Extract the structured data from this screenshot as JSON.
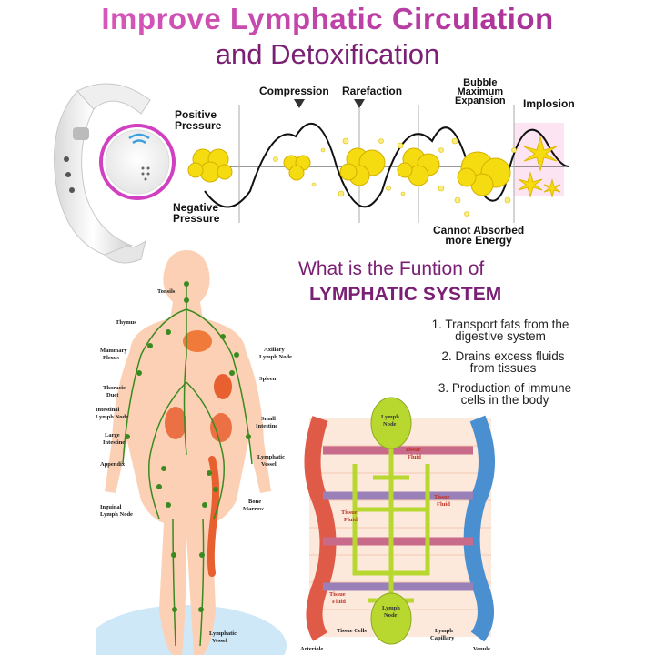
{
  "header": {
    "title_line1": "Improve Lymphatic Circulation",
    "title_line2": "and Detoxification"
  },
  "wave": {
    "positive_pressure": [
      "Positive",
      "Pressure"
    ],
    "negative_pressure": [
      "Negative",
      "Pressure"
    ],
    "compression": "Compression",
    "rarefaction": "Rarefaction",
    "bubble_max": [
      "Bubble",
      "Maximum",
      "Expansion"
    ],
    "implosion": "Implosion",
    "cannot_absorbed": [
      "Cannot Absorbed",
      "more Energy"
    ]
  },
  "function": {
    "title": "What is the Funtion of",
    "subtitle": "LYMPHATIC SYSTEM",
    "items": [
      [
        "1. Transport fats from the",
        "digestive system"
      ],
      [
        "2. Drains excess fluids",
        "from tissues"
      ],
      [
        "3. Production of immune",
        "cells in the body"
      ]
    ]
  },
  "body_labels": {
    "tonsils": "Tonsils",
    "thymus": "Thymus",
    "mammary": [
      "Mammary",
      "Plexus"
    ],
    "thoracic": [
      "Thoracic",
      "Duct"
    ],
    "intestinal": [
      "Intestinal",
      "Lymph Node"
    ],
    "large_intestine": [
      "Large",
      "Intestine"
    ],
    "appendix": "Appendix",
    "inguinal": [
      "Inguinal",
      "Lymph Node"
    ],
    "axillary": [
      "Axillary",
      "Lymph Node"
    ],
    "spleen": "Spleen",
    "small_intestine": [
      "Small",
      "Intestine"
    ],
    "lymphatic_vessel_mid": [
      "Lymphatic",
      "Vessel"
    ],
    "bone_marrow": [
      "Bone",
      "Marrow"
    ],
    "lymphatic_vessel_bottom": [
      "Lymphatic",
      "Vessel"
    ]
  },
  "capillary_labels": {
    "lymph_node": [
      "Lymph",
      "Node"
    ],
    "tissue_fluid": [
      "Tissue",
      "Fluid"
    ],
    "tissue_cells": "Tissue Cells",
    "arteriole": "Arteriole",
    "lymph_capillary": [
      "Lymph",
      "Capillary"
    ],
    "venule": "Venule"
  },
  "colors": {
    "title_purple": "#7a1f74",
    "title_magenta": "#d050b0",
    "bubble_yellow": "#f5dc10",
    "arteriole_red": "#e05a48",
    "venule_blue": "#4a90d0",
    "lymph_green": "#b8d830",
    "body_skin": "#fcd0b4"
  }
}
